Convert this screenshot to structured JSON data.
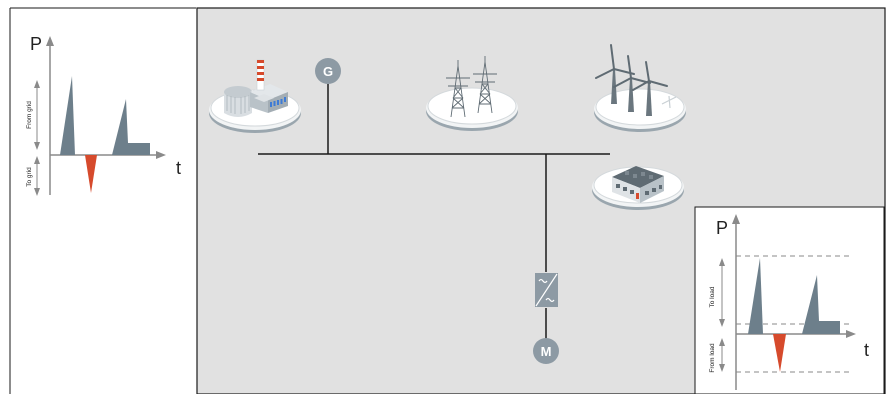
{
  "left_chart": {
    "y_label": "P",
    "x_label": "t",
    "upper_arrow_label": "From grid",
    "lower_arrow_label": "To grid"
  },
  "right_chart": {
    "y_label": "P",
    "x_label": "t",
    "upper_arrow_label": "To load",
    "lower_arrow_label": "From load"
  },
  "nodes": {
    "generator_symbol": "G",
    "motor_symbol": "M"
  },
  "colors": {
    "panel_background": "#e1e1e1",
    "positive_pulse": "#6d7f8b",
    "negative_pulse": "#d64a2c",
    "symbol_fill": "#8d9aa4",
    "axis": "#8a8a8a",
    "line": "#1a1a1a"
  }
}
